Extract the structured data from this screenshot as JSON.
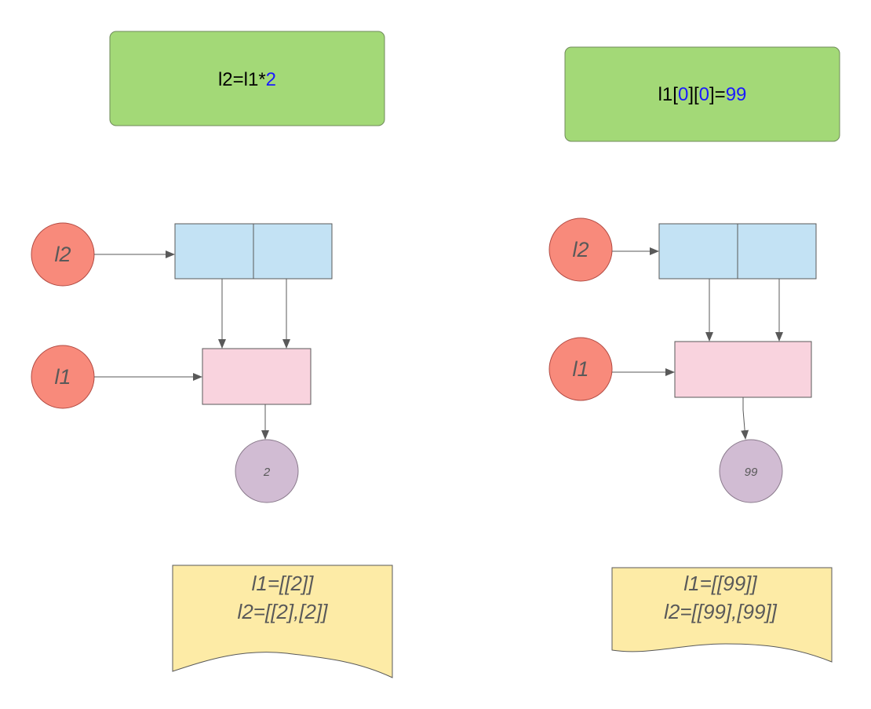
{
  "colors": {
    "code_box": "#a3d977",
    "code_box_border": "#6f8a5a",
    "variable_node": "#f88a7b",
    "variable_border": "#b24b43",
    "list_cell": "#c3e2f4",
    "inner_list": "#f9d3de",
    "int_node": "#d1bcd3",
    "note": "#fdeba6",
    "arrow": "#595959",
    "code_text": "#000000",
    "code_literal": "#1a1aff"
  },
  "left": {
    "code": {
      "parts": [
        {
          "text": "l2=l1*",
          "kind": "plain"
        },
        {
          "text": "2",
          "kind": "literal"
        }
      ]
    },
    "var_outer": "l2",
    "var_inner": "l1",
    "int_value": "2",
    "note_lines": [
      "l1=[[2]]",
      "l2=[[2],[2]]"
    ]
  },
  "right": {
    "code": {
      "parts": [
        {
          "text": "l1[",
          "kind": "plain"
        },
        {
          "text": "0",
          "kind": "literal"
        },
        {
          "text": "][",
          "kind": "plain"
        },
        {
          "text": "0",
          "kind": "literal"
        },
        {
          "text": "]=",
          "kind": "plain"
        },
        {
          "text": "99",
          "kind": "literal"
        }
      ]
    },
    "var_outer": "l2",
    "var_inner": "l1",
    "int_value": "99",
    "note_lines": [
      "l1=[[99]]",
      "l2=[[99],[99]]"
    ]
  }
}
